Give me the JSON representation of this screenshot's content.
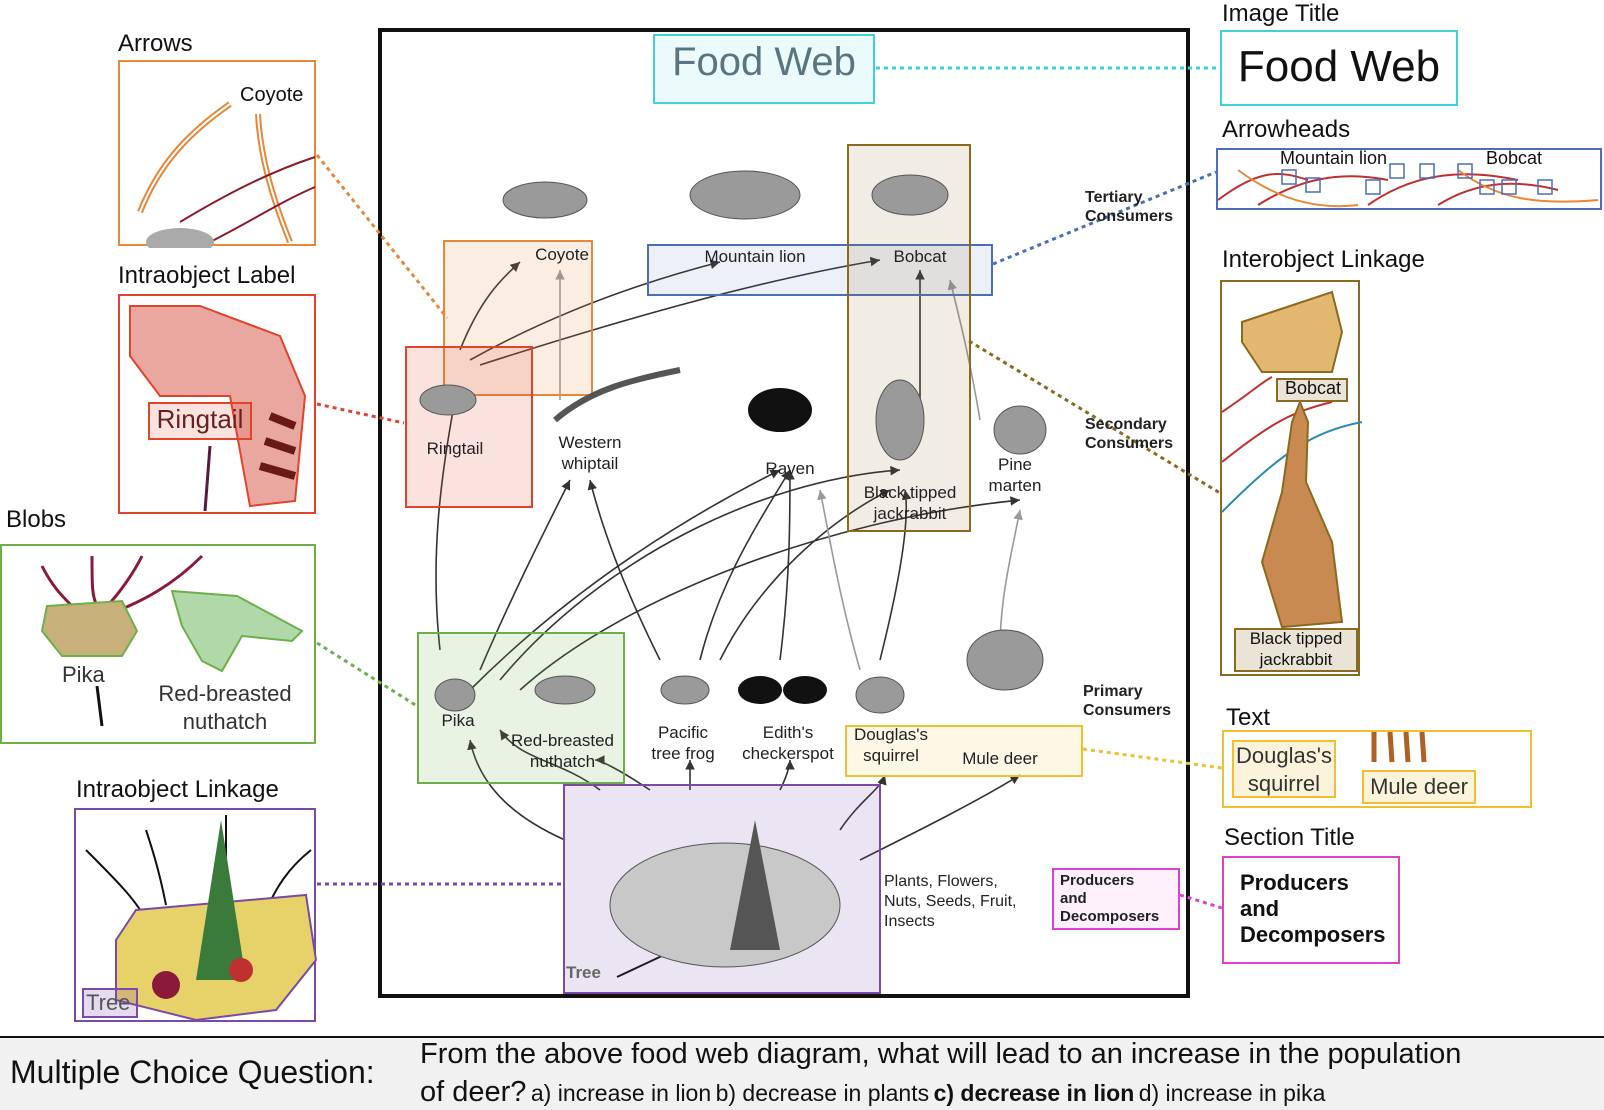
{
  "diagram": {
    "title": "Food Web",
    "levels": {
      "tertiary": "Tertiary\nConsumers",
      "secondary": "Secondary\nConsumers",
      "primary": "Primary\nConsumers",
      "producers": "Producers\nand\nDecomposers"
    },
    "organisms": {
      "coyote": "Coyote",
      "mountain_lion": "Mountain lion",
      "bobcat": "Bobcat",
      "ringtail": "Ringtail",
      "western_whiptail": "Western\nwhiptail",
      "raven": "Raven",
      "jackrabbit": "Black tipped\njackrabbit",
      "pine_marten": "Pine\nmarten",
      "pika": "Pika",
      "nuthatch": "Red-breasted\nnuthatch",
      "tree_frog": "Pacific\ntree frog",
      "checkerspot": "Edith's\ncheckerspot",
      "squirrel": "Douglas's\nsquirrel",
      "mule_deer": "Mule deer",
      "plants": "Plants, Flowers,\nNuts, Seeds, Fruit,\nInsects",
      "tree": "Tree"
    }
  },
  "callouts": {
    "arrows": {
      "heading": "Arrows",
      "label": "Coyote"
    },
    "intraobject_label": {
      "heading": "Intraobject Label",
      "label": "Ringtail"
    },
    "blobs": {
      "heading": "Blobs",
      "pika": "Pika",
      "nuthatch": "Red-breasted\nnuthatch"
    },
    "intraobject_linkage": {
      "heading": "Intraobject Linkage",
      "label": "Tree"
    },
    "image_title": {
      "heading": "Image Title",
      "label": "Food Web"
    },
    "arrowheads": {
      "heading": "Arrowheads",
      "lion": "Mountain lion",
      "bobcat": "Bobcat"
    },
    "interobject_linkage": {
      "heading": "Interobject Linkage",
      "bobcat": "Bobcat",
      "jackrabbit": "Black tipped\njackrabbit"
    },
    "text": {
      "heading": "Text",
      "squirrel": "Douglas's\nsquirrel",
      "deer": "Mule deer"
    },
    "section_title": {
      "heading": "Section Title",
      "label": "Producers\nand\nDecomposers"
    }
  },
  "question": {
    "label": "Multiple  Choice Question:",
    "line1": "From the above food web diagram, what will lead to an increase in the population",
    "line2_prefix": "of deer?",
    "option_a": "a) increase in lion",
    "option_b": "b) decrease in plants",
    "option_c": "c) decrease in lion",
    "option_d": "d) increase in pika"
  },
  "colors": {
    "arrows": "#e8873a",
    "intraobject_label": "#e0442a",
    "blobs": "#6db04a",
    "intraobject_linkage": "#7a4aa8",
    "image_title": "#3fd3d8",
    "arrowheads": "#4a6fb5",
    "interobject_linkage": "#8a6a1e",
    "text": "#f0c030",
    "section_title": "#e040d0"
  }
}
